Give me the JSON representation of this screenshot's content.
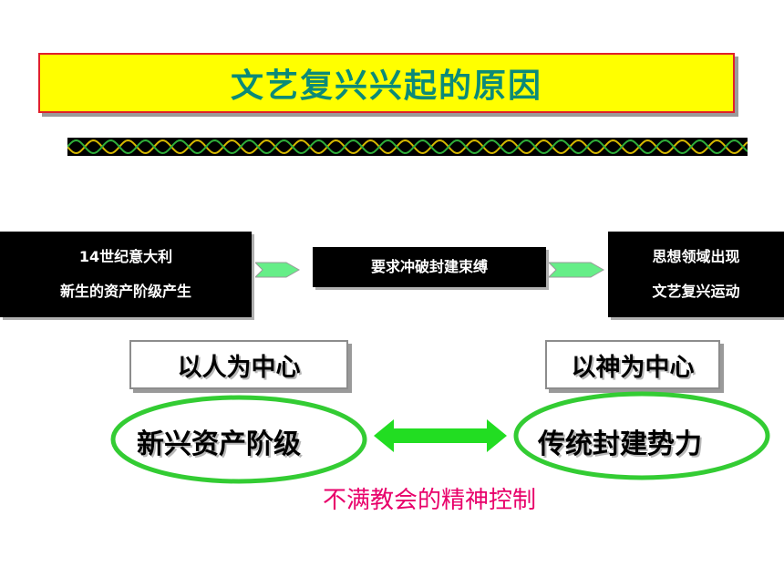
{
  "title": "文艺复兴兴起的原因",
  "flow": {
    "left_box": {
      "line1": "14世纪意大利",
      "line2": "新生的资产阶级产生"
    },
    "middle_box": {
      "text": "要求冲破封建束缚"
    },
    "right_box": {
      "line1": "思想领域出现",
      "line2": "文艺复兴运动"
    }
  },
  "contrast": {
    "left_label": "以人为中心",
    "right_label": "以神为中心",
    "left_group": "新兴资产阶级",
    "right_group": "传统封建势力",
    "conflict_note": "不满教会的精神控制"
  },
  "colors": {
    "title_bg": "#ffff00",
    "title_text": "#0b8a78",
    "title_border": "#e0202a",
    "ellipse_stroke": "#33cc33",
    "arrow_fill": "#22dd22",
    "note_text": "#e8006a",
    "flow_arrow": "#66ee88"
  }
}
